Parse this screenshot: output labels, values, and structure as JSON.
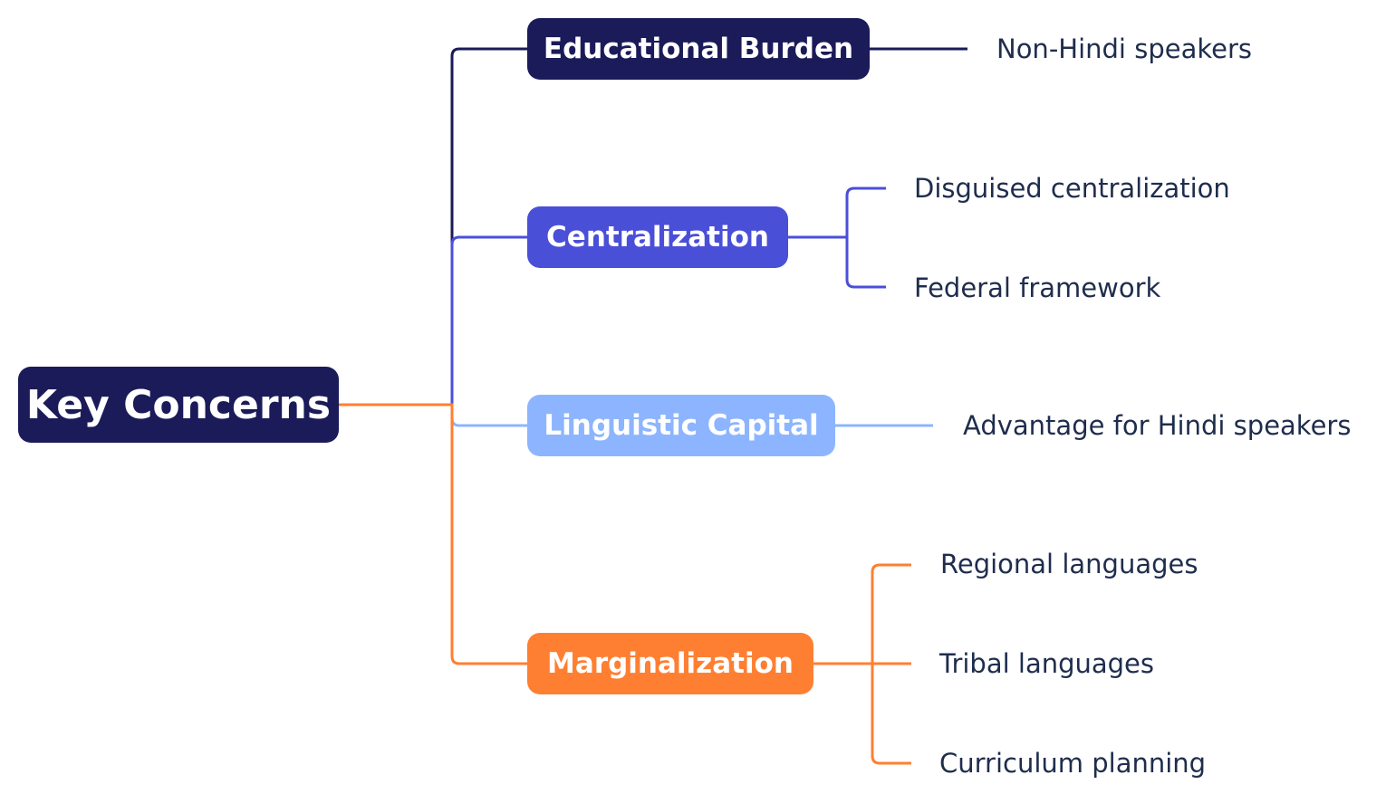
{
  "mindmap": {
    "root": {
      "label": "Key Concerns",
      "color": "#1b1b5a"
    },
    "branches": [
      {
        "label": "Educational Burden",
        "color": "#1b1b5a",
        "children": [
          "Non-Hindi speakers"
        ]
      },
      {
        "label": "Centralization",
        "color": "#4a4fd8",
        "children": [
          "Disguised centralization",
          "Federal framework"
        ]
      },
      {
        "label": "Linguistic Capital",
        "color": "#8db5ff",
        "children": [
          "Advantage for Hindi speakers"
        ]
      },
      {
        "label": "Marginalization",
        "color": "#ff7f32",
        "children": [
          "Regional languages",
          "Tribal languages",
          "Curriculum planning"
        ]
      }
    ],
    "leaf_text_color": "#1f2d4d"
  }
}
